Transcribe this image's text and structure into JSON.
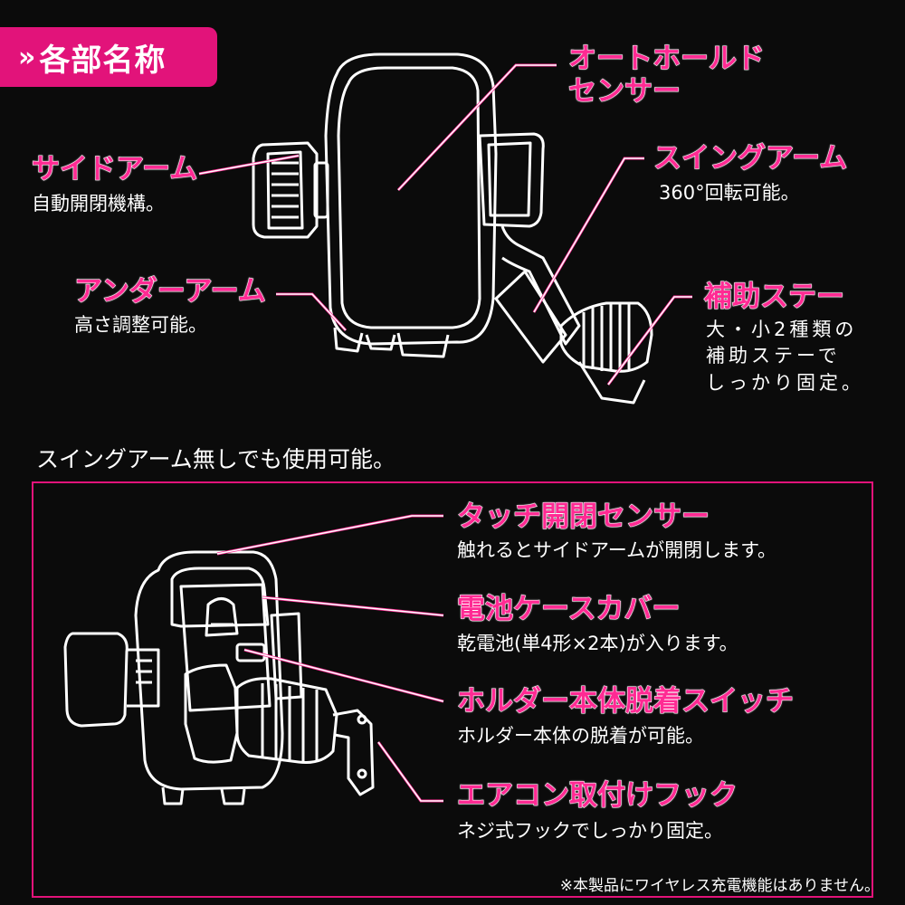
{
  "header": {
    "chevron": "»",
    "title": "各部名称"
  },
  "colors": {
    "accent": "#e2137a",
    "label_pink": "#ff2a93",
    "background": "#0b0b0b",
    "line_white": "#ffffff"
  },
  "top_diagram": {
    "labels": [
      {
        "title": "オートホールド\nセンサー",
        "desc": ""
      },
      {
        "title": "サイドアーム",
        "desc": "自動開閉機構。"
      },
      {
        "title": "アンダーアーム",
        "desc": "高さ調整可能。"
      },
      {
        "title": "スイングアーム",
        "desc": "360°回転可能。"
      },
      {
        "title": "補助ステー",
        "desc": "大・小2種類の\n補助ステーで\nしっかり固定。"
      }
    ]
  },
  "section2": {
    "heading": "スイングアーム無しでも使用可能。",
    "labels": [
      {
        "title": "タッチ開閉センサー",
        "desc": "触れるとサイドアームが開閉します。"
      },
      {
        "title": "電池ケースカバー",
        "desc": "乾電池(単4形×2本)が入ります。"
      },
      {
        "title": "ホルダー本体脱着スイッチ",
        "desc": "ホルダー本体の脱着が可能。"
      },
      {
        "title": "エアコン取付けフック",
        "desc": "ネジ式フックでしっかり固定。"
      }
    ]
  },
  "footnote": "※本製品にワイヤレス充電機能はありません。",
  "icons": [
    "double-chevron-icon",
    "phone-holder-front-illustration",
    "phone-holder-back-illustration"
  ]
}
